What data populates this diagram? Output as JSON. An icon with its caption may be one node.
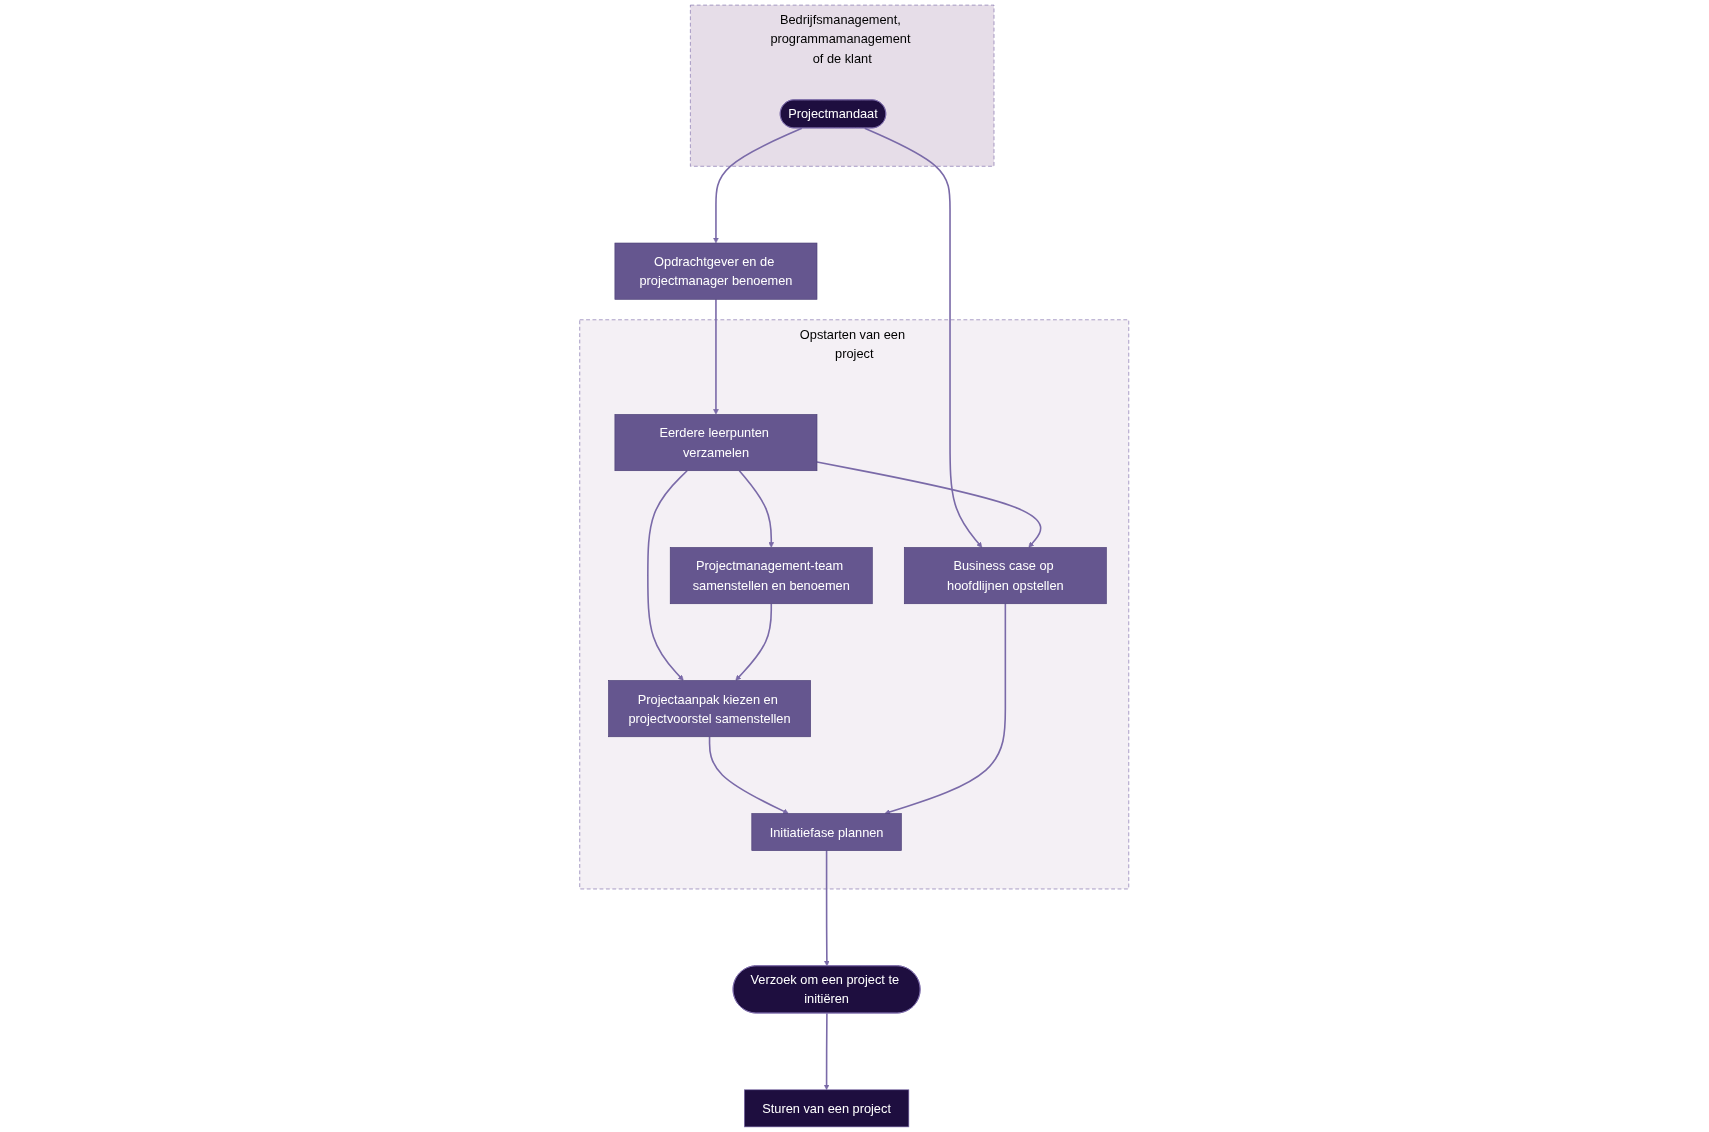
{
  "diagram": {
    "nodes": [
      {
        "text": [
          "Bedrijfsmanagement, programmamanagement of de klant"
        ]
      },
      {
        "text": [
          "Projectmandaat"
        ],
        "in": 0
      },
      {
        "text": [
          "Opstarten van een project"
        ]
      },
      {
        "text": [
          "Opdrachtgever en de projectmanager benoemen"
        ]
      },
      {
        "text": [
          "Eerdere leerpunten verzamelen"
        ],
        "in": 2
      },
      {
        "text": [
          "Projectmanagement-team samenstellen en benoemen"
        ],
        "in": 2
      },
      {
        "text": [
          "Business case op hoofdlijnen opstellen"
        ],
        "in": 2
      },
      {
        "text": [
          "Projectaanpak kiezen en projectvoorstel samenstellen"
        ],
        "in": 2
      },
      {
        "text": [
          "Initiatiefase plannen"
        ],
        "in": 2
      },
      {
        "text": [
          "Verzoek om een project te initiëren"
        ]
      },
      {
        "text": [
          "Sturen van een project"
        ]
      }
    ],
    "edges": [
      {
        "from": 1,
        "to": 3,
        "arrow": "to"
      },
      {
        "from": 1,
        "to": 6,
        "arrow": "to"
      },
      {
        "from": 3,
        "to": 4,
        "arrow": "to"
      },
      {
        "from": 4,
        "to": 5,
        "arrow": "to"
      },
      {
        "from": 4,
        "to": 6,
        "arrow": "to"
      },
      {
        "from": 4,
        "to": 7,
        "arrow": "to"
      },
      {
        "from": 5,
        "to": 7,
        "arrow": "to"
      },
      {
        "from": 7,
        "to": 8,
        "arrow": "to"
      },
      {
        "from": 6,
        "to": 8,
        "arrow": "to"
      },
      {
        "from": 8,
        "to": 9,
        "arrow": "to"
      },
      {
        "from": 9,
        "to": 10,
        "arrow": "to"
      }
    ]
  }
}
